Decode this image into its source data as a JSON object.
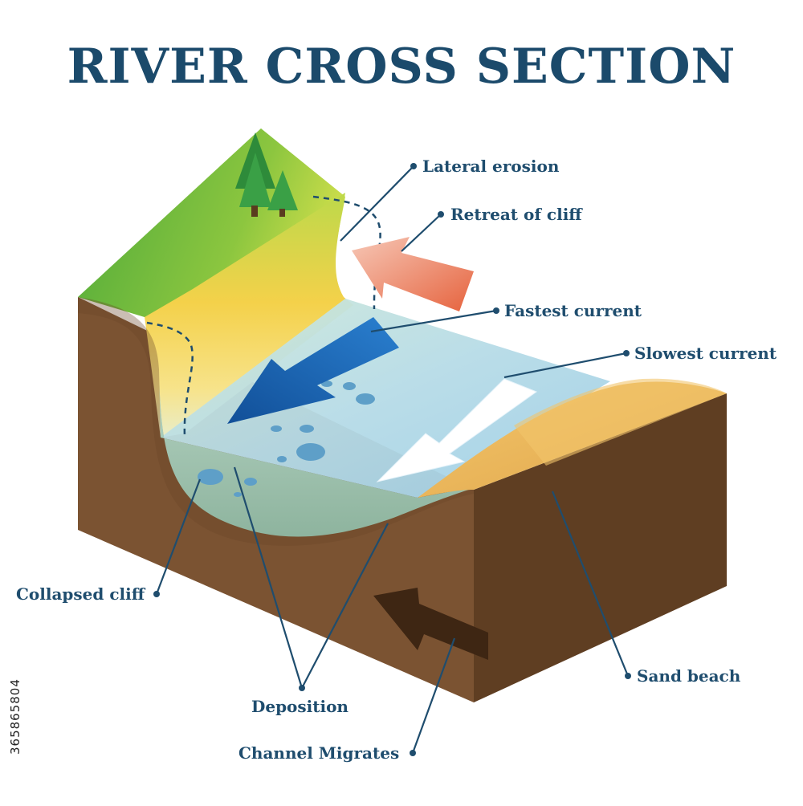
{
  "title": "RIVER CROSS SECTION",
  "labels": {
    "lateral_erosion": "Lateral erosion",
    "retreat_of_cliff": "Retreat of cliff",
    "fastest_current": "Fastest current",
    "slowest_current": "Slowest current",
    "collapsed_cliff": "Collapsed cliff",
    "deposition": "Deposition",
    "channel_migrates": "Channel Migrates",
    "sand_beach": "Sand beach"
  },
  "side_id": "365865804",
  "colors": {
    "title": "#1b4a6b",
    "label": "#1f4d6e",
    "grass": "#6fbf3c",
    "soil_front": "#7a5230",
    "soil_dark": "#5e3d22",
    "sand": "#e9b65b",
    "water": "#bfe4f5",
    "fast_arrow": "#1c64b0",
    "retreat_arrow": "#e8745a",
    "migrate_arrow": "#3e2613"
  }
}
